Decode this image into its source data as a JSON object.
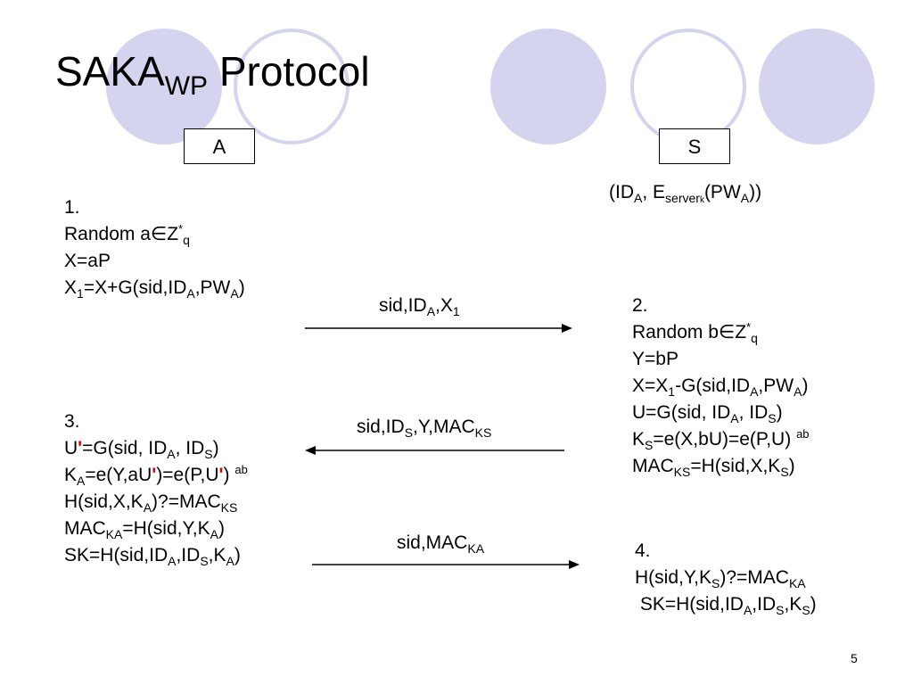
{
  "title": {
    "main": "SAKA",
    "sub": "WP",
    "rest": " Protocol"
  },
  "parties": {
    "a": "A",
    "s": "S"
  },
  "server_store": {
    "p1": "(ID",
    "s1": "A",
    "p2": ", E",
    "s2": "server",
    "s3": "k",
    "p3": "(PW",
    "s4": "A",
    "p4": "))"
  },
  "step1": {
    "num": "1.",
    "l1": {
      "t1": "Random a",
      "sym": "∈",
      "t2": "Z",
      "sup": "*",
      "sub": "q"
    },
    "l2": "X=aP",
    "l3": {
      "t1": "X",
      "s1": "1",
      "t2": "=X+G(sid,ID",
      "s2": "A",
      "t3": ",PW",
      "s3": "A",
      "t4": ")"
    }
  },
  "step2": {
    "num": "2.",
    "l1": {
      "t1": "Random b",
      "sym": "∈",
      "t2": "Z",
      "sup": "*",
      "sub": "q"
    },
    "l2": "Y=bP",
    "l3": {
      "t1": "X=X",
      "s1": "1",
      "t2": "-G(sid,ID",
      "s2": "A",
      "t3": ",PW",
      "s3": "A",
      "t4": ")"
    },
    "l4": {
      "t1": "U=G(sid, ID",
      "s1": "A",
      "t2": ", ID",
      "s2": "S",
      "t3": ")"
    },
    "l5": {
      "t1": "K",
      "s1": "S",
      "t2": "=e(X,bU)=e(P,U)",
      "sup": "ab"
    },
    "l6": {
      "t1": "MAC",
      "s1": "KS",
      "t2": "=H(sid,X,K",
      "s2": "S",
      "t3": ")"
    }
  },
  "step3": {
    "num": "3.",
    "l1": {
      "t1": "U",
      "prime": "'",
      "t2": "=G(sid, ID",
      "s1": "A",
      "t3": ", ID",
      "s2": "S",
      "t4": ")"
    },
    "l2": {
      "t1": "K",
      "s1": "A",
      "t2": "=e(Y,aU",
      "prime1": "'",
      "t3": ")=e(P,U",
      "prime2": "'",
      "t4": ")",
      "sup": "ab"
    },
    "l3": {
      "t1": "H(sid,X,K",
      "s1": "A",
      "t2": ")?=MAC",
      "s2": "KS"
    },
    "l4": {
      "t1": "MAC",
      "s1": "KA",
      "t2": "=H(sid,Y,K",
      "s2": "A",
      "t3": ")"
    },
    "l5": {
      "t1": "SK=H(sid,ID",
      "s1": "A",
      "t2": ",ID",
      "s2": "S",
      "t3": ",K",
      "s3": "A",
      "t4": ")"
    }
  },
  "step4": {
    "num": "4.",
    "l1": {
      "t1": "H(sid,Y,K",
      "s1": "S",
      "t2": ")?=MAC",
      "s2": "KA"
    },
    "l2": {
      "t1": " SK=H(sid,ID",
      "s1": "A",
      "t2": ",ID",
      "s2": "S",
      "t3": ",K",
      "s3": "S",
      "t4": ")"
    }
  },
  "messages": {
    "m1": {
      "t1": "sid,ID",
      "s1": "A",
      "t2": ",X",
      "s2": "1"
    },
    "m2": {
      "t1": "sid,ID",
      "s1": "S",
      "t2": ",Y,MAC",
      "s2": "KS"
    },
    "m3": {
      "t1": "sid,MAC",
      "s1": "KA"
    }
  },
  "page_number": "5",
  "colors": {
    "circle": "#d4d4ee",
    "prime": "#e00000"
  }
}
